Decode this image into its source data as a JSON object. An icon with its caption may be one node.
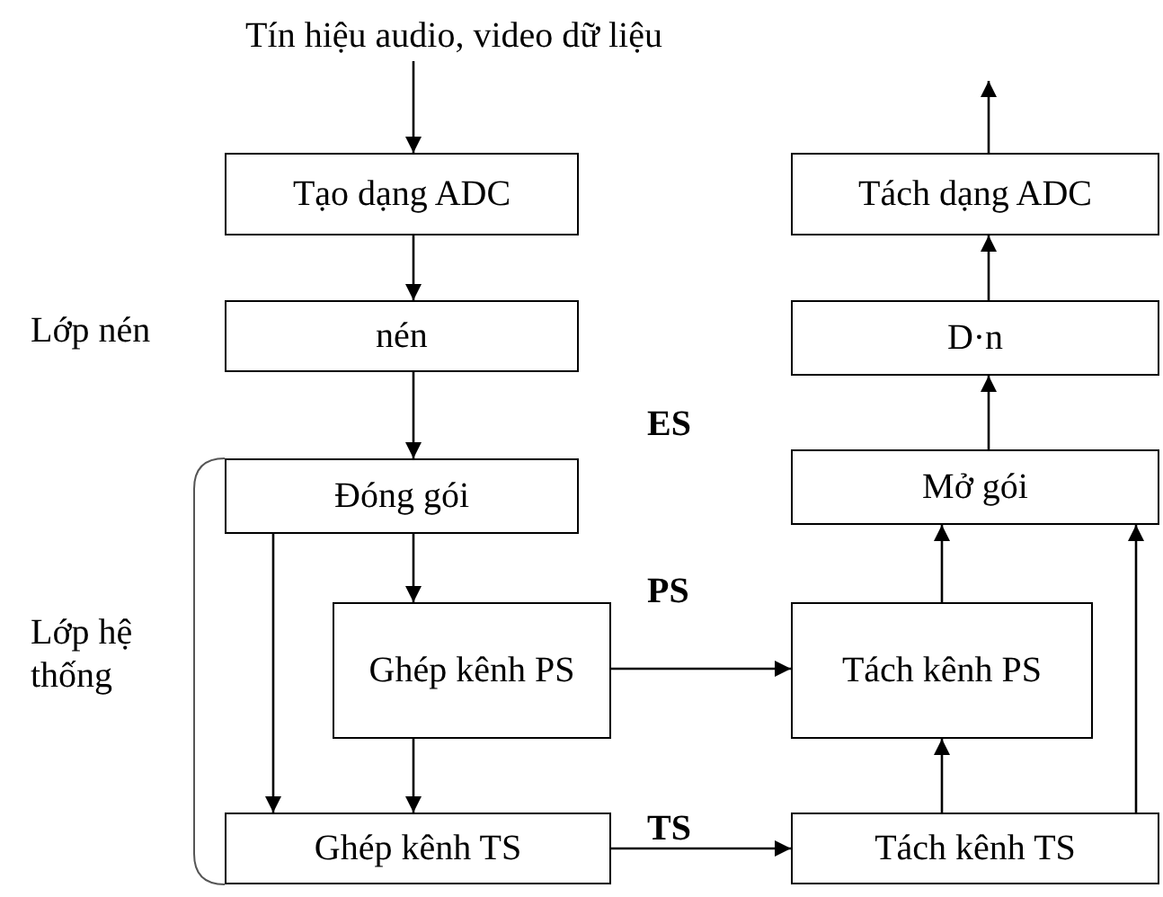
{
  "diagram": {
    "nodes": [
      {
        "text": [
          "Tín hiệu audio, video dữ liệu"
        ]
      },
      {
        "text": [
          "Tạo dạng ADC"
        ]
      },
      {
        "text": [
          "nén"
        ]
      },
      {
        "text": [
          "Đóng gói"
        ]
      },
      {
        "text": [
          "Ghép kênh PS"
        ]
      },
      {
        "text": [
          "Ghép kênh TS"
        ]
      },
      {
        "text": [
          "Tách kênh TS"
        ]
      },
      {
        "text": [
          "Tách kênh PS"
        ]
      },
      {
        "text": [
          "Mở gói"
        ]
      },
      {
        "text": [
          "D·n"
        ]
      },
      {
        "text": [
          "Tách dạng ADC"
        ]
      }
    ],
    "edges": [
      {
        "from": 0,
        "to": 1,
        "arrow": "to"
      },
      {
        "from": 1,
        "to": 2,
        "arrow": "to"
      },
      {
        "from": 2,
        "to": 3,
        "arrow": "to"
      },
      {
        "from": 3,
        "to": 4,
        "arrow": "to"
      },
      {
        "from": 3,
        "to": 5,
        "arrow": "to"
      },
      {
        "from": 4,
        "to": 5,
        "arrow": "to"
      },
      {
        "from": 5,
        "to": 6,
        "arrow": "to"
      },
      {
        "from": 4,
        "to": 7,
        "arrow": "to"
      },
      {
        "from": 6,
        "to": 7,
        "arrow": "to"
      },
      {
        "from": 7,
        "to": 8,
        "arrow": "to"
      },
      {
        "from": 8,
        "to": 9,
        "arrow": "to"
      },
      {
        "from": 9,
        "to": 10,
        "arrow": "to"
      },
      {
        "from": 10,
        "to": null,
        "arrow": "to"
      },
      {
        "from": 6,
        "to": 8,
        "arrow": "to"
      }
    ],
    "labels": [
      "Lớp nén",
      "ES",
      "PS",
      "Lớp hệ thống",
      "TS"
    ]
  }
}
